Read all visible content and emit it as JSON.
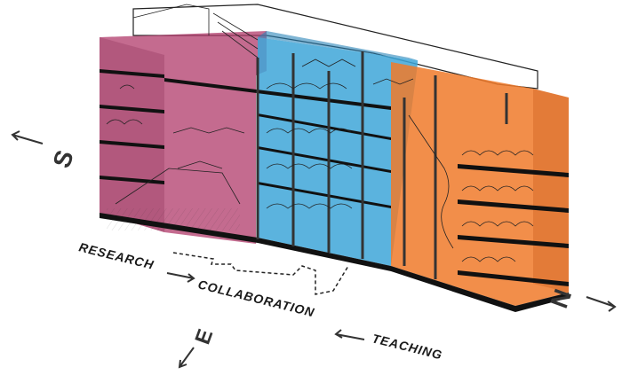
{
  "labels": {
    "research": "RESEARCH",
    "collaboration": "COLLABORATION",
    "teaching": "TEACHING"
  },
  "compass": {
    "south": "S",
    "east": "E",
    "north": "N"
  },
  "colors": {
    "research": "#b03a6a",
    "collaboration": "#3ea6d8",
    "teaching": "#f07a2a",
    "ink": "#1a1a1a"
  },
  "icons": [
    "left-arrow-icon",
    "down-left-arrow-icon",
    "right-arrow-icon"
  ]
}
